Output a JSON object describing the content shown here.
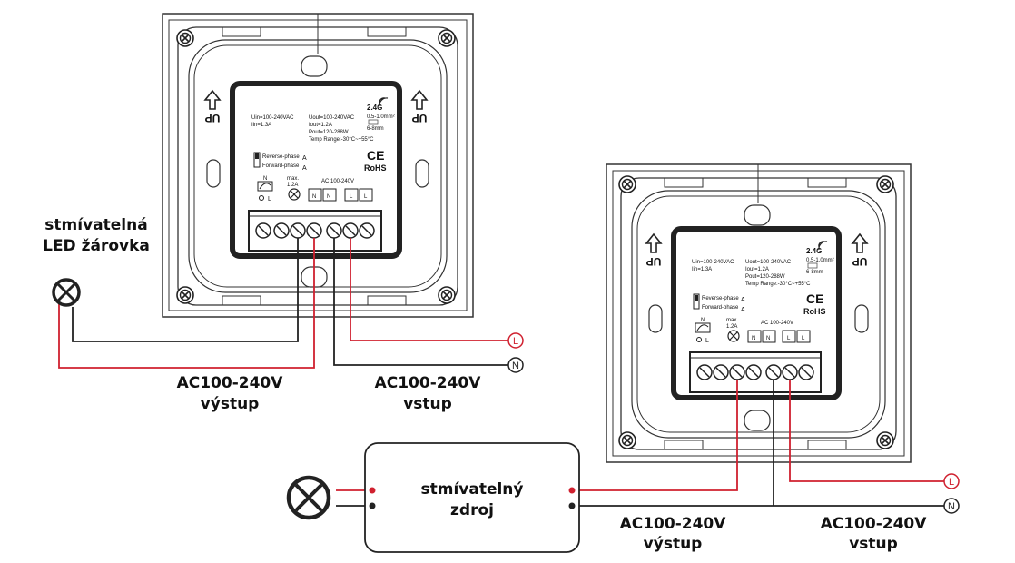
{
  "colors": {
    "live_wire": "#d0202f",
    "neutral_wire": "#222222",
    "panel": "#3a3a3a"
  },
  "icons": [
    "up-arrow-icon",
    "screw-icon",
    "lamp-icon",
    "dimmer-symbol-icon",
    "ce-mark-icon",
    "wifi-24g-icon"
  ],
  "switch_panel": {
    "up_label": "UP",
    "spec_left": [
      "Uin=100-240VAC",
      "Iin=1.3A"
    ],
    "spec_right": [
      "Uout=100-240VAC",
      "Iout=1.2A",
      "Pout=120-288W",
      "Temp Range:-30°C~+55°C"
    ],
    "wireless": "2.4G",
    "wireless_sub": [
      "0.5-1.0mm²",
      "6-8mm"
    ],
    "ce": "CE",
    "rohs": "RoHS",
    "phase_modes": [
      "Reverse-phase",
      "Forward-phase"
    ],
    "phase_symbol": "A",
    "dimmer_n": "N",
    "dimmer_l": "L",
    "max_label": "max.",
    "max_current": "1.2A",
    "ac_range": "AC 100-240V",
    "terminals": [
      "N",
      "N",
      "L",
      "L"
    ]
  },
  "left_circuit": {
    "lamp_label_line1": "stmívatelná",
    "lamp_label_line2": "LED žárovka",
    "output_label": "AC100-240V",
    "output_sub": "výstup",
    "input_label": "AC100-240V",
    "input_sub": "vstup",
    "live_terminal": "L",
    "neutral_terminal": "N"
  },
  "right_circuit": {
    "driver_line1": "stmívatelný",
    "driver_line2": "zdroj",
    "output_label": "AC100-240V",
    "output_sub": "výstup",
    "input_label": "AC100-240V",
    "input_sub": "vstup",
    "live_terminal": "L",
    "neutral_terminal": "N"
  }
}
